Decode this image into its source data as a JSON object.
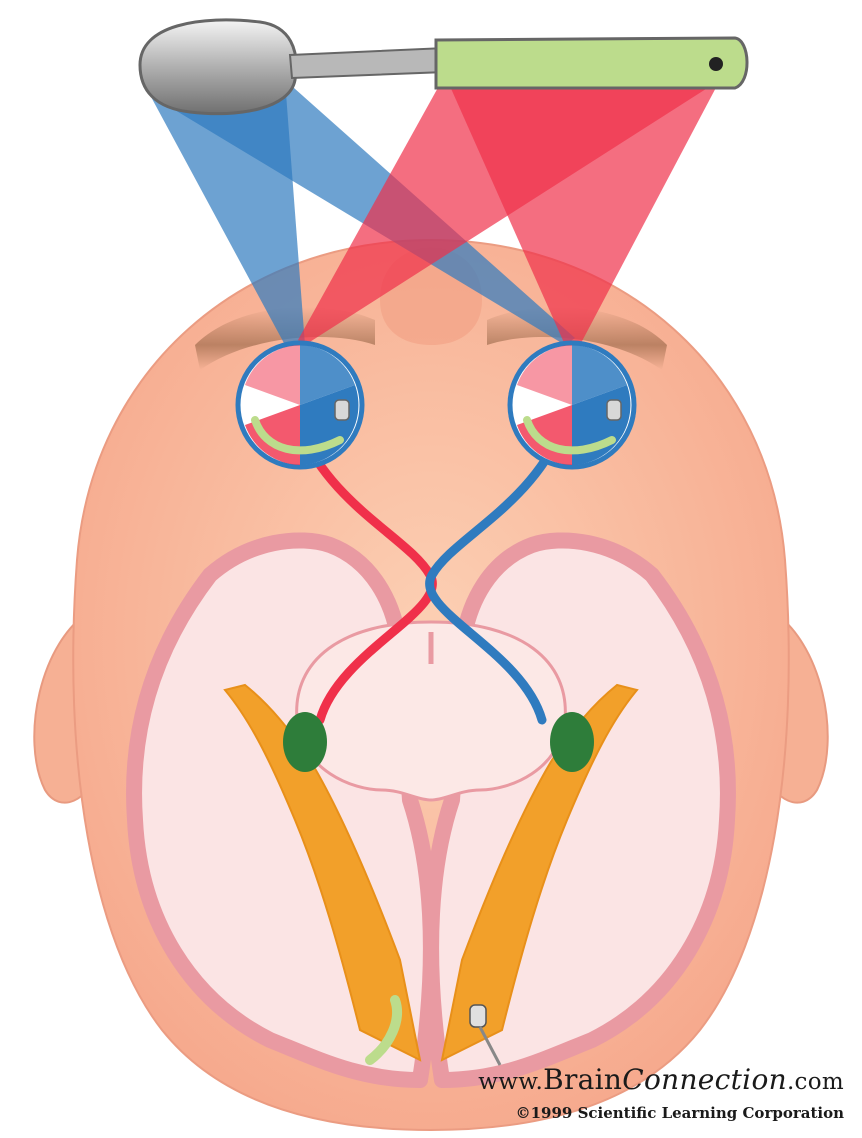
{
  "credit": {
    "url_prefix": "www.",
    "url_brain": "Brain",
    "url_connection": "Connection",
    "url_suffix": ".com",
    "copyright": "©1999 Scientific Learning Corporation"
  },
  "colors": {
    "skin": "#f8b89a",
    "skin_dark": "#f2a48a",
    "brain_outline": "#e9a0a6",
    "brain_fill": "#fbe4e4",
    "optic_radiation": "#f2a02a",
    "lgn": "#2e7d3a",
    "left_field": "#2f7bbf",
    "right_field": "#f0304a",
    "spoon": "#c8c8c8",
    "toothbrush": "#bcdc8c"
  }
}
